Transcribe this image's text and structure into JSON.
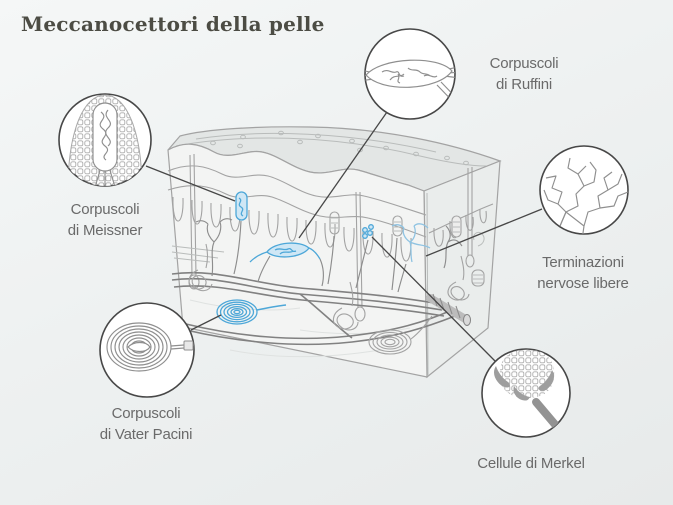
{
  "title": "Meccanocettori della pelle",
  "labels": {
    "meissner": {
      "line1": "Corpuscoli",
      "line2": "di Meissner"
    },
    "ruffini": {
      "line1": "Corpuscoli",
      "line2": "di Ruffini"
    },
    "free_nerve": {
      "line1": "Terminazioni",
      "line2": "nervose libere"
    },
    "pacini": {
      "line1": "Corpuscoli",
      "line2": "di Vater Pacini"
    },
    "merkel": {
      "line1": "Cellule di Merkel"
    }
  },
  "colors": {
    "title_text": "#4c4c44",
    "label_text": "#6a6a6a",
    "accent_blue": "#4da7d8",
    "light_blue": "#cfe7f5",
    "pale_blue": "#8fc3e2",
    "line_gray": "#a3a3a3",
    "soft_gray": "#b9bcbb",
    "nerve_gray": "#818181",
    "outline_dark": "#474747",
    "bg_top": "#f5f7f7",
    "bg_bottom": "#e7eaea",
    "face_front": "#f3f4f3",
    "face_top": "#e3e6e5",
    "face_right": "#eaedec"
  }
}
